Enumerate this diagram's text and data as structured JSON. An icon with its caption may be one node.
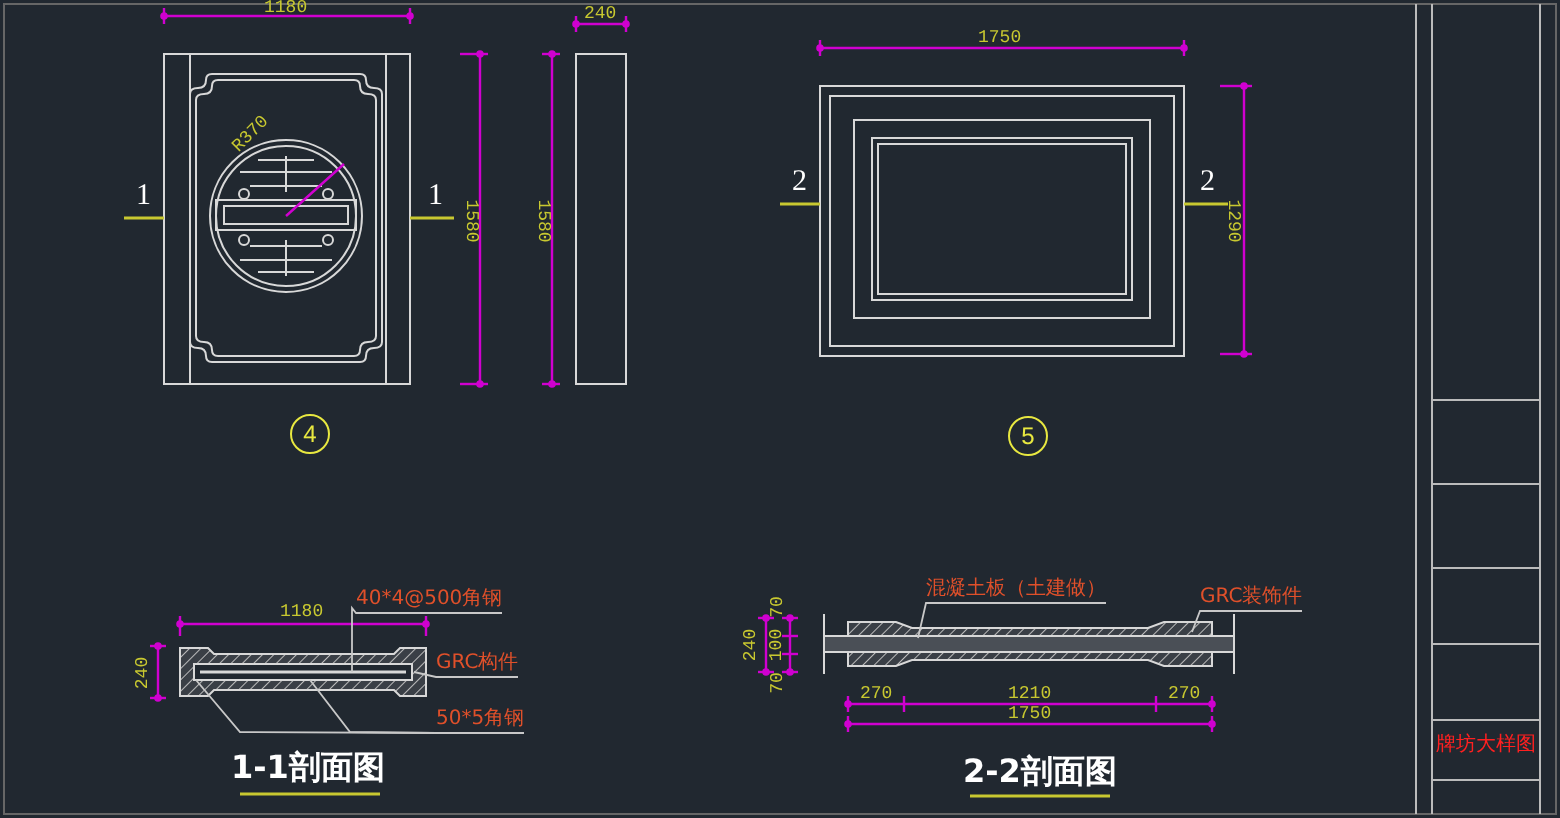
{
  "diagram": {
    "nodes": [
      {
        "text": [
          "40*4@500角钢"
        ]
      },
      {
        "text": [
          "GRC构件"
        ]
      },
      {
        "text": [
          "50*5角钢"
        ]
      },
      {
        "text": [
          "混凝土板（土建做）"
        ]
      },
      {
        "text": [
          "GRC装饰件"
        ]
      }
    ],
    "edges": [
      {
        "from": 0,
        "to": null,
        "arrow": "none"
      },
      {
        "from": 1,
        "to": null,
        "arrow": "none"
      },
      {
        "from": 2,
        "to": null,
        "arrow": "none"
      },
      {
        "from": 2,
        "to": null,
        "arrow": "none"
      },
      {
        "from": 3,
        "to": null,
        "arrow": "none"
      },
      {
        "from": 4,
        "to": null,
        "arrow": "none"
      }
    ],
    "labels": [
      "1180",
      "R370",
      "1580",
      "240",
      "1580",
      "1750",
      "1290",
      "1",
      "1",
      "2",
      "2",
      "4",
      "5",
      "1180",
      "240",
      "1-1剖面图",
      "240",
      "70",
      "100",
      "70",
      "270",
      "1210",
      "270",
      "1750",
      "2-2剖面图",
      "牌坊大样图"
    ]
  }
}
